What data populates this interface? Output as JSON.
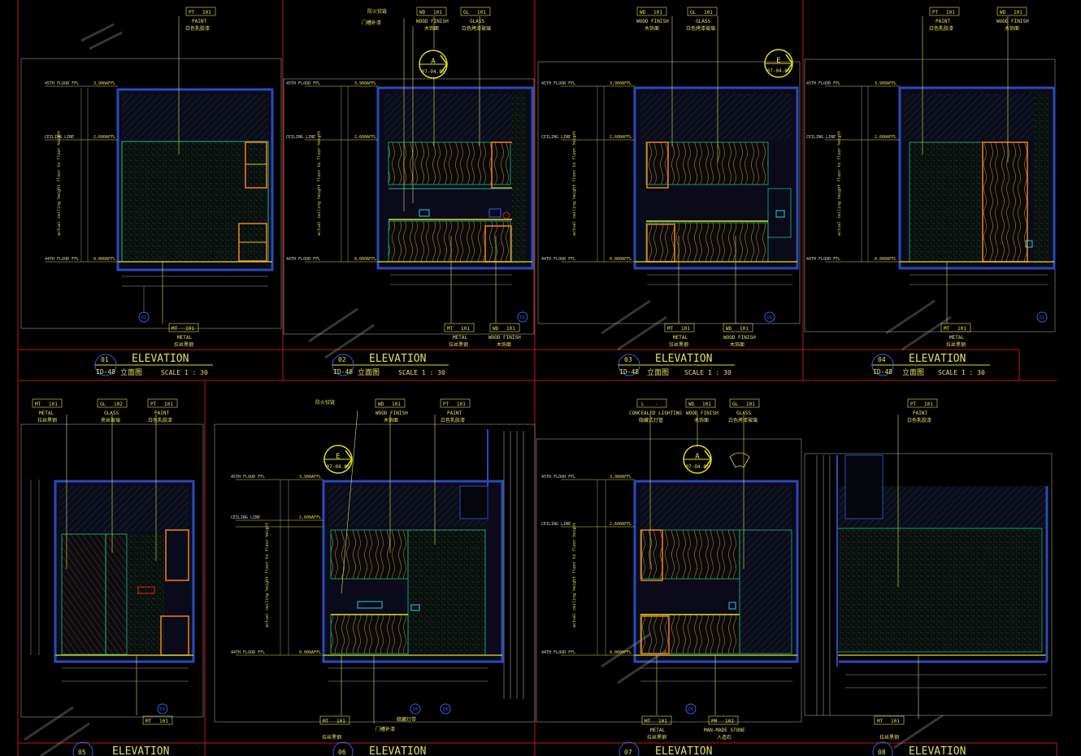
{
  "panels": [
    {
      "num": "01",
      "ref": "ID-48",
      "title": "ELEVATION",
      "subtitle": "立面图",
      "scale": "SCALE 1 : 30"
    },
    {
      "num": "02",
      "ref": "ID-48",
      "title": "ELEVATION",
      "subtitle": "立面图",
      "scale": "SCALE 1 : 30"
    },
    {
      "num": "03",
      "ref": "ID-48",
      "title": "ELEVATION",
      "subtitle": "立面图",
      "scale": "SCALE 1 : 30"
    },
    {
      "num": "04",
      "ref": "ID-48",
      "title": "ELEVATION",
      "subtitle": "立面图",
      "scale": "SCALE 1 : 30"
    },
    {
      "num": "05",
      "title": "ELEVATION"
    },
    {
      "num": "06",
      "title": "ELEVATION"
    },
    {
      "num": "07",
      "title": "ELEVATION"
    },
    {
      "num": "08",
      "title": "ELEVATION"
    }
  ],
  "tags": {
    "paint": {
      "code": "PT",
      "num": "101",
      "name": "PAINT",
      "cn": "白色乳胶漆"
    },
    "wood": {
      "code": "WD",
      "num": "101",
      "name": "WOOD FINISH",
      "cn": "木饰面"
    },
    "glass": {
      "code": "GL",
      "num": "101",
      "name": "GLASS",
      "cn": "白色烤漆玻璃"
    },
    "glass2": {
      "code": "GL",
      "num": "102",
      "name": "GLASS",
      "cn": "夹丝玻璃"
    },
    "metal": {
      "code": "MT",
      "num": "101",
      "name": "METAL",
      "cn": "拉丝黑钢"
    },
    "light": {
      "code": "L",
      "num": "-",
      "name": "CONCEALED LIGHTING",
      "cn": "隐藏式灯管"
    },
    "stone": {
      "code": "PM",
      "num": "102",
      "name": "MAN-MADE STONE",
      "cn": "人造石"
    }
  },
  "levels": {
    "floor_upper": "45TH FLOOR FFL",
    "ceiling": "CEILING LINE",
    "floor_lower": "44TH FLOOR FFL",
    "h_top": "3,900AFFL",
    "h_ceil": "2,600AFFL",
    "h_floor": "0.000AFFL"
  },
  "markers": {
    "a": "A",
    "e": "E",
    "sheet": "07-04.01",
    "grid_d": "D1",
    "grid_d4": "D4"
  },
  "notes": {
    "n1": "防火铰链",
    "n2": "门槽补漆",
    "n3": "暗藏灯带"
  },
  "vertical_note": "actual ceiling height floor to floor height"
}
